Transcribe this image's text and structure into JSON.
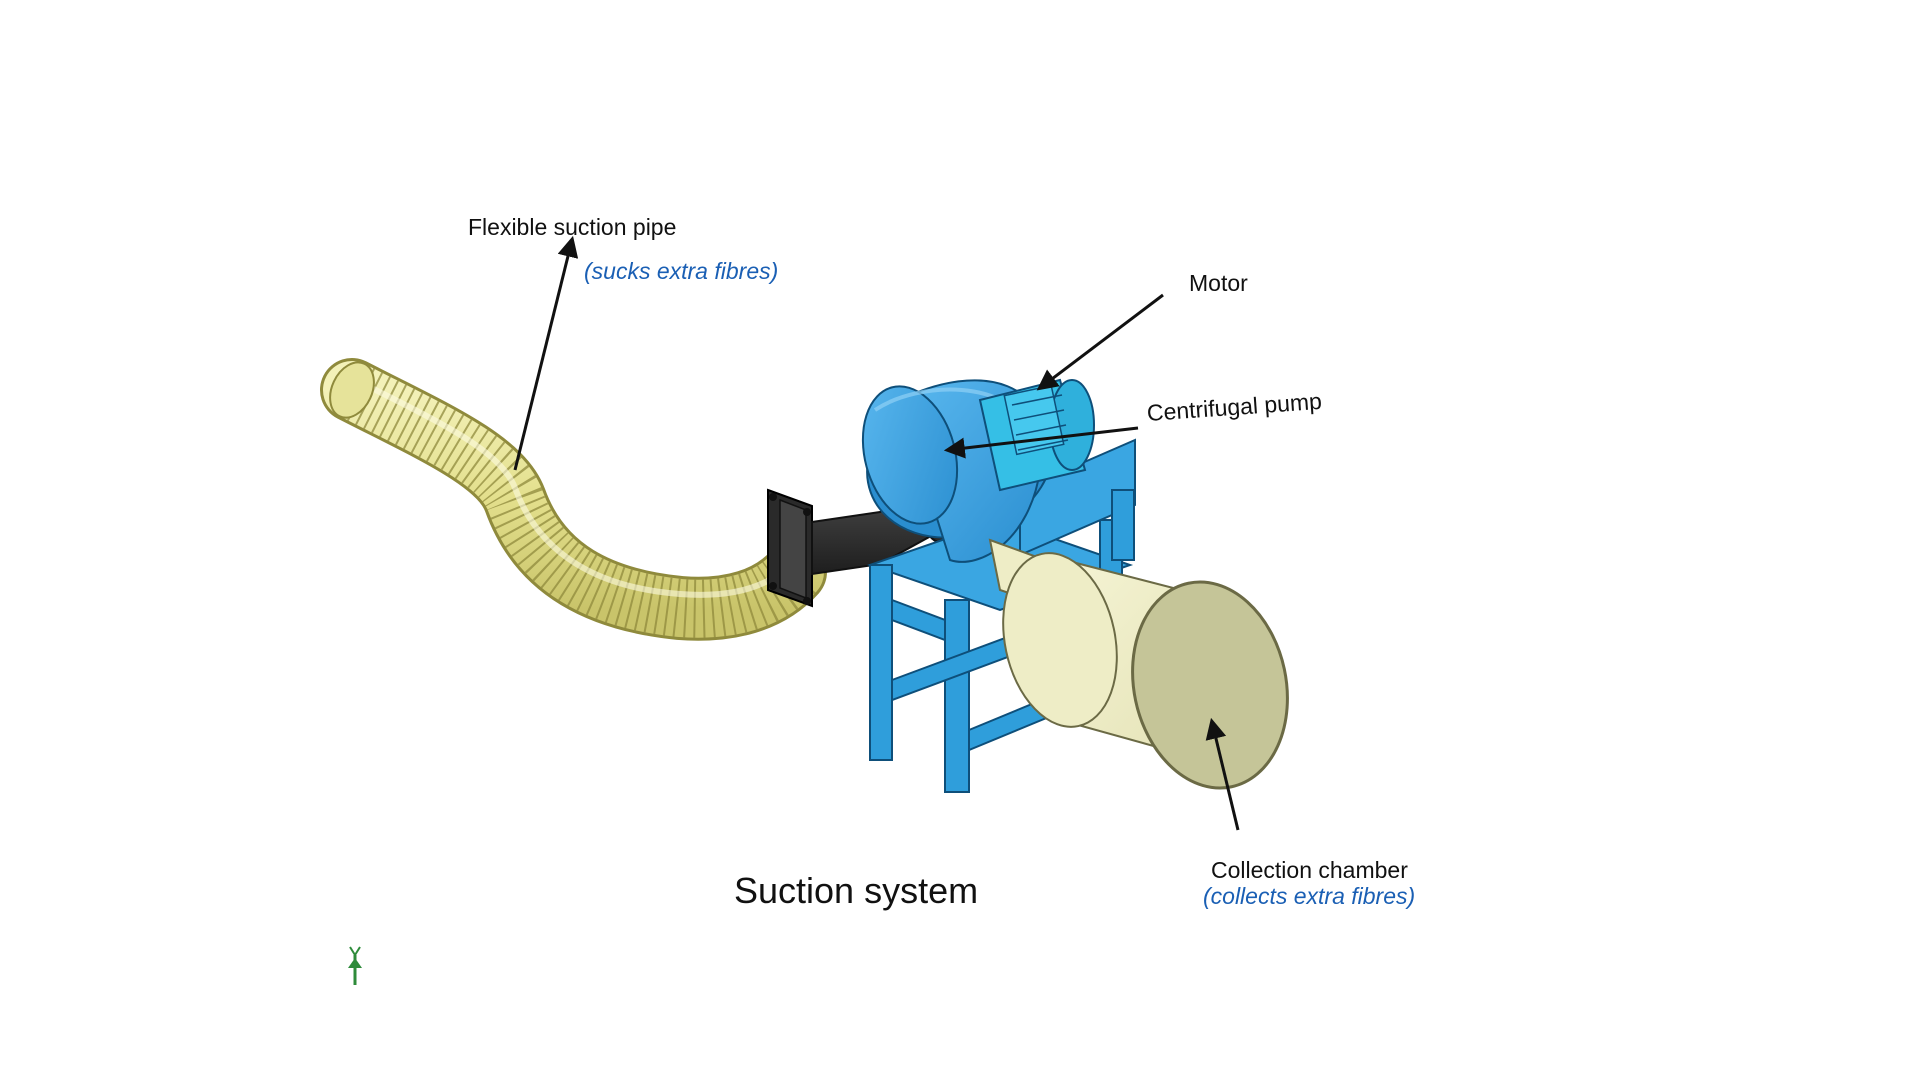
{
  "labels": {
    "pipe": "Flexible suction pipe",
    "pipe_note": "(sucks extra fibres)",
    "motor": "Motor",
    "pump": "Centrifugal pump",
    "chamber": "Collection chamber",
    "chamber_note": "(collects extra fibres)",
    "caption": "Suction system"
  },
  "colors": {
    "background": "#ffffff",
    "text": "#111111",
    "note_text": "#1a5fb4",
    "arrow": "#111111",
    "hose": "#e6e39a",
    "hose_rib": "#8f8a3c",
    "pump_body": "#3aa0e0",
    "motor_body": "#35bfe6",
    "stand": "#2f9edb",
    "nozzle": "#3a3a3a",
    "chamber_side": "#eeedc6",
    "chamber_face": "#c5c598",
    "axis_glyph": "#2e8b3a"
  }
}
